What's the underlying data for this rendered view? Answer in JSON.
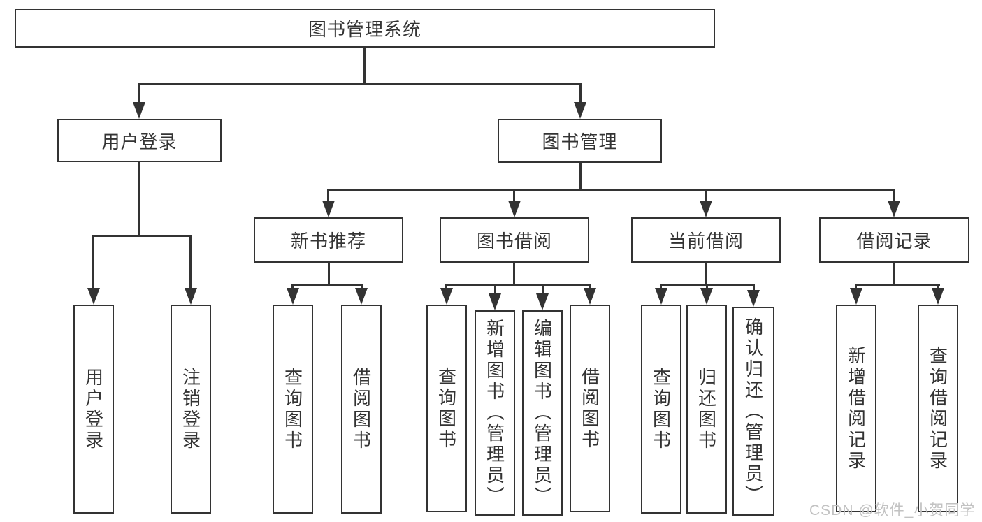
{
  "title": "图书管理系统",
  "tree": {
    "root": {
      "label": "图书管理系统"
    },
    "branches": [
      {
        "label": "用户登录",
        "children": [
          {
            "label": "用户登录"
          },
          {
            "label": "注销登录"
          }
        ]
      },
      {
        "label": "图书管理",
        "children": [
          {
            "label": "新书推荐",
            "children": [
              {
                "label": "查询图书"
              },
              {
                "label": "借阅图书"
              }
            ]
          },
          {
            "label": "图书借阅",
            "children": [
              {
                "label": "查询图书"
              },
              {
                "label": "新增图书（管理员）"
              },
              {
                "label": "编辑图书（管理员）"
              },
              {
                "label": "借阅图书"
              }
            ]
          },
          {
            "label": "当前借阅",
            "children": [
              {
                "label": "查询图书"
              },
              {
                "label": "归还图书"
              },
              {
                "label": "确认归还（管理员）"
              }
            ]
          },
          {
            "label": "借阅记录",
            "children": [
              {
                "label": "新增借阅记录"
              },
              {
                "label": "查询借阅记录"
              }
            ]
          }
        ]
      }
    ]
  },
  "watermark": {
    "text": "CSDN @软件_小贺同学"
  },
  "colors": {
    "line": "#333333",
    "text": "#333333",
    "background": "#ffffff",
    "watermark": "#c2c2c2"
  }
}
